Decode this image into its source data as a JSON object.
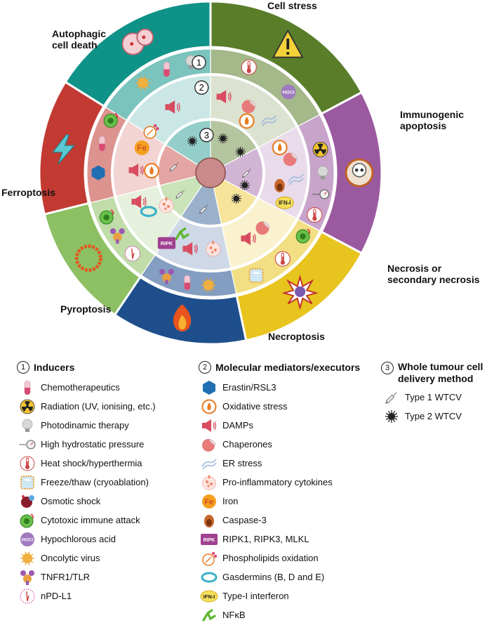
{
  "diagram": {
    "outer_segments": [
      {
        "key": "cell_stress",
        "label": "Cell stress",
        "color": "#5a7d2a"
      },
      {
        "key": "immunogenic_apoptosis",
        "label": "Immunogenic\napoptosis",
        "color": "#9b5aa0"
      },
      {
        "key": "necrosis",
        "label": "Necrosis or\nsecondary necrosis",
        "color": "#e8c41e"
      },
      {
        "key": "necroptosis",
        "label": "Necroptosis",
        "color": "#1e4f8c"
      },
      {
        "key": "pyroptosis",
        "label": "Pyroptosis",
        "color": "#8cc063"
      },
      {
        "key": "ferroptosis",
        "label": "Ferroptosis",
        "color": "#c23a32"
      },
      {
        "key": "autophagic",
        "label": "Autophagic\ncell death",
        "color": "#0f9287"
      }
    ],
    "ring_numbers": [
      "1",
      "2",
      "3"
    ]
  },
  "legend": {
    "inducers": {
      "number": "1",
      "title": "Inducers",
      "items": [
        {
          "label": "Chemotherapeutics",
          "icon": "capsule-icon"
        },
        {
          "label": "Radiation (UV, ionising, etc.)",
          "icon": "radiation-icon"
        },
        {
          "label": "Photodinamic therapy",
          "icon": "lightbulb-icon"
        },
        {
          "label": "High hydrostatic pressure",
          "icon": "pressure-gauge-icon"
        },
        {
          "label": "Heat shock/hyperthermia",
          "icon": "thermometer-icon"
        },
        {
          "label": "Freeze/thaw (cryoablation)",
          "icon": "ice-cube-icon"
        },
        {
          "label": "Osmotic shock",
          "icon": "osmotic-cell-icon"
        },
        {
          "label": "Cytotoxic immune attack",
          "icon": "immune-cell-icon"
        },
        {
          "label": "Hypochlorous acid",
          "icon": "hocl-icon"
        },
        {
          "label": "Oncolytic virus",
          "icon": "virus-icon"
        },
        {
          "label": "TNFR1/TLR",
          "icon": "receptor-icon"
        },
        {
          "label": "nPD-L1",
          "icon": "npdl1-icon"
        }
      ]
    },
    "mediators": {
      "number": "2",
      "title": "Molecular mediators/executors",
      "items": [
        {
          "label": "Erastin/RSL3",
          "icon": "hexagon-icon"
        },
        {
          "label": "Oxidative stress",
          "icon": "flame-circle-icon"
        },
        {
          "label": "DAMPs",
          "icon": "megaphone-icon"
        },
        {
          "label": "Chaperones",
          "icon": "chaperone-icon"
        },
        {
          "label": "ER stress",
          "icon": "er-icon"
        },
        {
          "label": "Pro-inflammatory cytokines",
          "icon": "cytokine-icon"
        },
        {
          "label": "Iron",
          "icon": "iron-icon"
        },
        {
          "label": "Caspase-3",
          "icon": "caspase-icon"
        },
        {
          "label": "RIPK1, RIPK3, MLKL",
          "icon": "ripk-icon"
        },
        {
          "label": "Phospholipids oxidation",
          "icon": "phospholipid-icon"
        },
        {
          "label": "Gasdermins (B, D and E)",
          "icon": "gasdermin-icon"
        },
        {
          "label": "Type-I interferon",
          "icon": "ifn-icon"
        },
        {
          "label": "NFκB",
          "icon": "nfkb-icon"
        }
      ]
    },
    "delivery": {
      "number": "3",
      "title": "Whole tumour cell\ndelivery method",
      "items": [
        {
          "label": "Type 1 WTCV",
          "icon": "syringe-icon"
        },
        {
          "label": "Type 2 WTCV",
          "icon": "spiky-cell-icon"
        }
      ]
    },
    "badges": {
      "hocl": "HOCl",
      "fe": "Fe",
      "ripk": "RIPK",
      "ifn": "IFN-I"
    }
  }
}
